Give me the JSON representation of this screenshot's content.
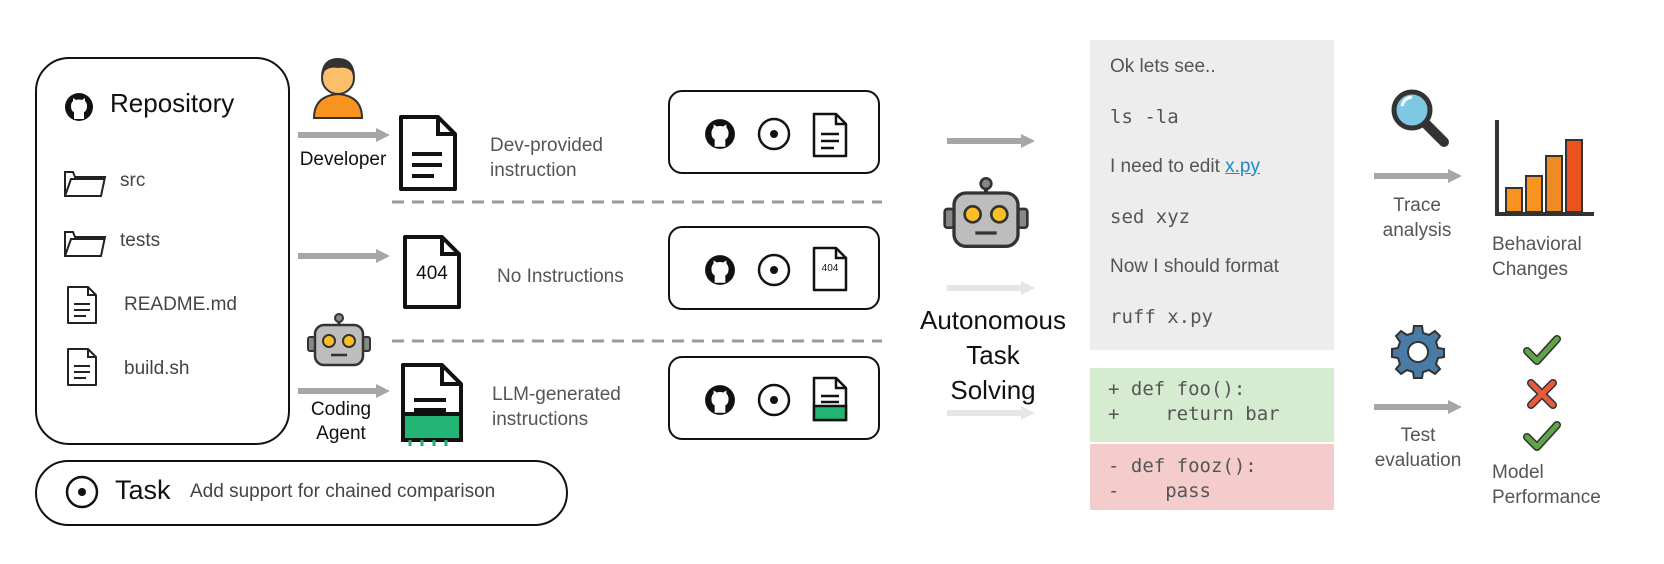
{
  "repository": {
    "title": "Repository",
    "items": [
      {
        "label": "src",
        "icon": "folder-icon"
      },
      {
        "label": "tests",
        "icon": "folder-icon"
      },
      {
        "label": "README.md",
        "icon": "document-icon"
      },
      {
        "label": "build.sh",
        "icon": "document-icon"
      }
    ]
  },
  "task": {
    "title": "Task",
    "description": "Add support for chained comparison"
  },
  "sources": {
    "developer": "Developer",
    "coding_agent_line1": "Coding",
    "coding_agent_line2": "Agent"
  },
  "instructions": {
    "dev_line1": "Dev-provided",
    "dev_line2": "instruction",
    "none_badge": "404",
    "none": "No Instructions",
    "llm_line1": "LLM-generated",
    "llm_line2": "instructions",
    "combo_small_badge": "404"
  },
  "agent": {
    "line1": "Autonomous",
    "line2": "Task",
    "line3": "Solving"
  },
  "trace": {
    "l1": "Ok lets see..",
    "l2": "ls -la",
    "l3_prefix": "I need to edit ",
    "l3_link": "x.py",
    "l4": "sed xyz",
    "l5": "Now I should format",
    "l6": "ruff x.py"
  },
  "diff": {
    "add1": "+ def foo():",
    "add2": "+    return bar",
    "del1": "- def fooz():",
    "del2": "-    pass"
  },
  "analysis": {
    "trace_line1": "Trace",
    "trace_line2": "analysis",
    "behavioral_line1": "Behavioral",
    "behavioral_line2": "Changes",
    "test_line1": "Test",
    "test_line2": "evaluation",
    "model_line1": "Model",
    "model_line2": "Performance"
  },
  "colors": {
    "arrow_gray": "#a6a6a6",
    "arrow_light": "#e6e6e6",
    "green_fill": "#22b573",
    "bar_orange": "#f7931e",
    "bar_dark": "#e8531f",
    "check_green": "#5da646",
    "cross_red": "#e85a3c",
    "gear_blue": "#4a7ba7",
    "link_blue": "#1b8cc5"
  }
}
